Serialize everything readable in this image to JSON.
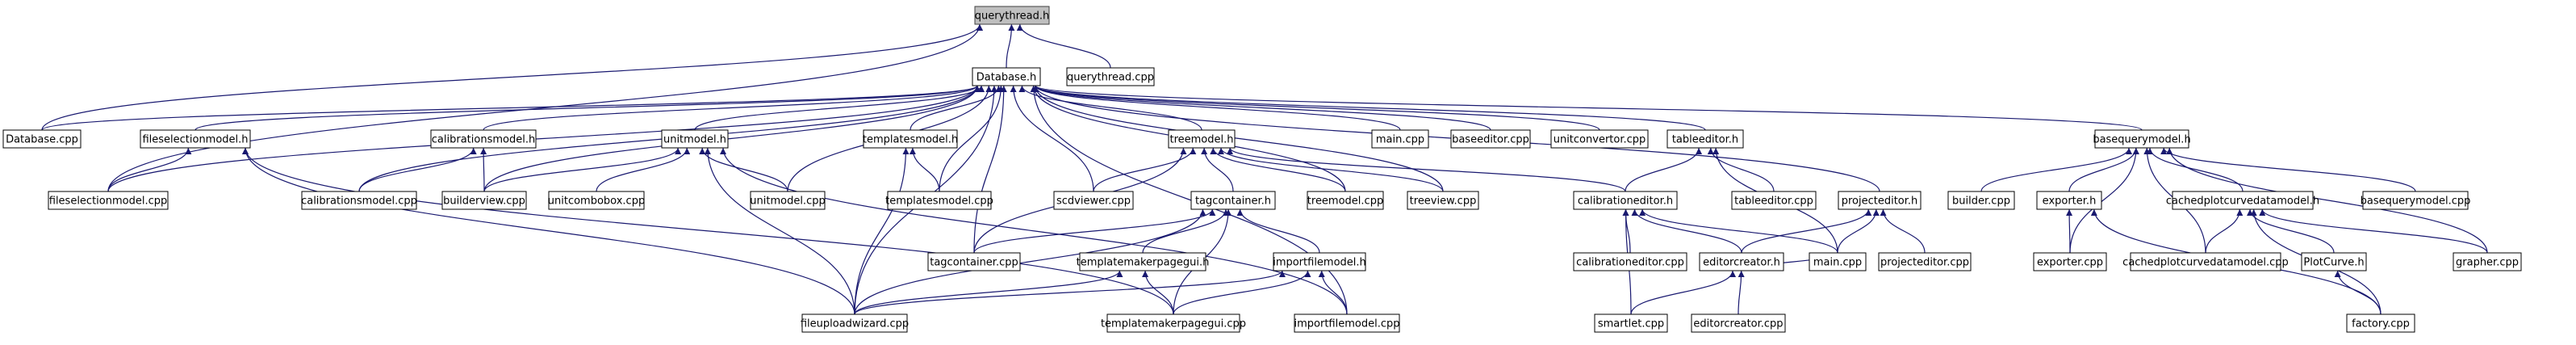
{
  "diagram": {
    "nodes": [
      {
        "id": "querythread_h",
        "label": "querythread.h",
        "root": true
      },
      {
        "id": "database_h",
        "label": "Database.h"
      },
      {
        "id": "querythread_cpp",
        "label": "querythread.cpp"
      },
      {
        "id": "database_cpp",
        "label": "Database.cpp"
      },
      {
        "id": "fileselectionmodel_h",
        "label": "fileselectionmodel.h"
      },
      {
        "id": "calibrationsmodel_h",
        "label": "calibrationsmodel.h"
      },
      {
        "id": "unitmodel_h",
        "label": "unitmodel.h"
      },
      {
        "id": "templatesmodel_h",
        "label": "templatesmodel.h"
      },
      {
        "id": "treemodel_h",
        "label": "treemodel.h"
      },
      {
        "id": "main_cpp",
        "label": "main.cpp"
      },
      {
        "id": "baseeditor_cpp",
        "label": "baseeditor.cpp"
      },
      {
        "id": "unitconvertor_cpp",
        "label": "unitconvertor.cpp"
      },
      {
        "id": "tableeditor_h",
        "label": "tableeditor.h"
      },
      {
        "id": "basequerymodel_h",
        "label": "basequerymodel.h"
      },
      {
        "id": "fileselectionmodel_cpp",
        "label": "fileselectionmodel.cpp"
      },
      {
        "id": "calibrationsmodel_cpp",
        "label": "calibrationsmodel.cpp"
      },
      {
        "id": "builderview_cpp",
        "label": "builderview.cpp"
      },
      {
        "id": "unitcombobox_cpp",
        "label": "unitcombobox.cpp"
      },
      {
        "id": "unitmodel_cpp",
        "label": "unitmodel.cpp"
      },
      {
        "id": "templatesmodel_cpp",
        "label": "templatesmodel.cpp"
      },
      {
        "id": "scdviewer_cpp",
        "label": "scdviewer.cpp"
      },
      {
        "id": "tagcontainer_h",
        "label": "tagcontainer.h"
      },
      {
        "id": "treemodel_cpp",
        "label": "treemodel.cpp"
      },
      {
        "id": "treeview_cpp",
        "label": "treeview.cpp"
      },
      {
        "id": "calibrationeditor_h",
        "label": "calibrationeditor.h"
      },
      {
        "id": "tableeditor_cpp",
        "label": "tableeditor.cpp"
      },
      {
        "id": "projecteditor_h",
        "label": "projecteditor.h"
      },
      {
        "id": "builder_cpp",
        "label": "builder.cpp"
      },
      {
        "id": "exporter_h",
        "label": "exporter.h"
      },
      {
        "id": "cachedplotcurvedatamodel_h",
        "label": "cachedplotcurvedatamodel.h"
      },
      {
        "id": "basequerymodel_cpp",
        "label": "basequerymodel.cpp"
      },
      {
        "id": "tagcontainer_cpp",
        "label": "tagcontainer.cpp"
      },
      {
        "id": "templatemakerpagegui_h",
        "label": "templatemakerpagegui.h"
      },
      {
        "id": "importfilemodel_h",
        "label": "importfilemodel.h"
      },
      {
        "id": "calibrationeditor_cpp",
        "label": "calibrationeditor.cpp"
      },
      {
        "id": "editorcreator_h",
        "label": "editorcreator.h"
      },
      {
        "id": "main2_cpp",
        "label": "main.cpp"
      },
      {
        "id": "projecteditor_cpp",
        "label": "projecteditor.cpp"
      },
      {
        "id": "exporter_cpp",
        "label": "exporter.cpp"
      },
      {
        "id": "cachedplotcurvedatamodel_cpp",
        "label": "cachedplotcurvedatamodel.cpp"
      },
      {
        "id": "plotcurve_h",
        "label": "PlotCurve.h"
      },
      {
        "id": "grapher_cpp",
        "label": "grapher.cpp"
      },
      {
        "id": "fileuploadwizard_cpp",
        "label": "fileuploadwizard.cpp"
      },
      {
        "id": "templatemakerpagegui_cpp",
        "label": "templatemakerpagegui.cpp"
      },
      {
        "id": "importfilemodel_cpp",
        "label": "importfilemodel.cpp"
      },
      {
        "id": "smartlet_cpp",
        "label": "smartlet.cpp"
      },
      {
        "id": "editorcreator_cpp",
        "label": "editorcreator.cpp"
      },
      {
        "id": "factory_cpp",
        "label": "factory.cpp"
      }
    ],
    "edges": [
      [
        "database_h",
        "querythread_h"
      ],
      [
        "querythread_cpp",
        "querythread_h"
      ],
      [
        "database_cpp",
        "querythread_h"
      ],
      [
        "fileselectionmodel_cpp",
        "querythread_h"
      ],
      [
        "database_cpp",
        "database_h"
      ],
      [
        "fileselectionmodel_h",
        "database_h"
      ],
      [
        "calibrationsmodel_h",
        "database_h"
      ],
      [
        "unitmodel_h",
        "database_h"
      ],
      [
        "templatesmodel_h",
        "database_h"
      ],
      [
        "treemodel_h",
        "database_h"
      ],
      [
        "main_cpp",
        "database_h"
      ],
      [
        "baseeditor_cpp",
        "database_h"
      ],
      [
        "unitconvertor_cpp",
        "database_h"
      ],
      [
        "tableeditor_h",
        "database_h"
      ],
      [
        "basequerymodel_h",
        "database_h"
      ],
      [
        "fileselectionmodel_cpp",
        "database_h"
      ],
      [
        "calibrationsmodel_cpp",
        "database_h"
      ],
      [
        "builderview_cpp",
        "database_h"
      ],
      [
        "unitmodel_cpp",
        "database_h"
      ],
      [
        "templatesmodel_cpp",
        "database_h"
      ],
      [
        "scdviewer_cpp",
        "database_h"
      ],
      [
        "treemodel_cpp",
        "database_h"
      ],
      [
        "treeview_cpp",
        "database_h"
      ],
      [
        "tagcontainer_cpp",
        "database_h"
      ],
      [
        "projecteditor_h",
        "database_h"
      ],
      [
        "fileuploadwizard_cpp",
        "database_h"
      ],
      [
        "importfilemodel_cpp",
        "database_h"
      ],
      [
        "fileselectionmodel_cpp",
        "fileselectionmodel_h"
      ],
      [
        "fileuploadwizard_cpp",
        "fileselectionmodel_h"
      ],
      [
        "templatemakerpagegui_cpp",
        "fileselectionmodel_h"
      ],
      [
        "calibrationsmodel_cpp",
        "calibrationsmodel_h"
      ],
      [
        "builderview_cpp",
        "calibrationsmodel_h"
      ],
      [
        "builderview_cpp",
        "unitmodel_h"
      ],
      [
        "unitcombobox_cpp",
        "unitmodel_h"
      ],
      [
        "unitmodel_cpp",
        "unitmodel_h"
      ],
      [
        "fileuploadwizard_cpp",
        "unitmodel_h"
      ],
      [
        "importfilemodel_cpp",
        "unitmodel_h"
      ],
      [
        "templatesmodel_cpp",
        "templatesmodel_h"
      ],
      [
        "fileuploadwizard_cpp",
        "templatesmodel_h"
      ],
      [
        "scdviewer_cpp",
        "treemodel_h"
      ],
      [
        "tagcontainer_h",
        "treemodel_h"
      ],
      [
        "treemodel_cpp",
        "treemodel_h"
      ],
      [
        "treeview_cpp",
        "treemodel_h"
      ],
      [
        "calibrationeditor_h",
        "treemodel_h"
      ],
      [
        "tagcontainer_cpp",
        "treemodel_h"
      ],
      [
        "tableeditor_cpp",
        "tableeditor_h"
      ],
      [
        "calibrationeditor_h",
        "tableeditor_h"
      ],
      [
        "main2_cpp",
        "tableeditor_h"
      ],
      [
        "builder_cpp",
        "basequerymodel_h"
      ],
      [
        "exporter_h",
        "basequerymodel_h"
      ],
      [
        "cachedplotcurvedatamodel_h",
        "basequerymodel_h"
      ],
      [
        "basequerymodel_cpp",
        "basequerymodel_h"
      ],
      [
        "exporter_cpp",
        "basequerymodel_h"
      ],
      [
        "cachedplotcurvedatamodel_cpp",
        "basequerymodel_h"
      ],
      [
        "grapher_cpp",
        "basequerymodel_h"
      ],
      [
        "tagcontainer_cpp",
        "tagcontainer_h"
      ],
      [
        "templatemakerpagegui_h",
        "tagcontainer_h"
      ],
      [
        "importfilemodel_h",
        "tagcontainer_h"
      ],
      [
        "fileuploadwizard_cpp",
        "tagcontainer_h"
      ],
      [
        "templatemakerpagegui_cpp",
        "tagcontainer_h"
      ],
      [
        "calibrationeditor_cpp",
        "calibrationeditor_h"
      ],
      [
        "editorcreator_h",
        "calibrationeditor_h"
      ],
      [
        "main2_cpp",
        "calibrationeditor_h"
      ],
      [
        "smartlet_cpp",
        "calibrationeditor_h"
      ],
      [
        "editorcreator_h",
        "projecteditor_h"
      ],
      [
        "main2_cpp",
        "projecteditor_h"
      ],
      [
        "projecteditor_cpp",
        "projecteditor_h"
      ],
      [
        "exporter_cpp",
        "exporter_h"
      ],
      [
        "factory_cpp",
        "exporter_h"
      ],
      [
        "cachedplotcurvedatamodel_cpp",
        "cachedplotcurvedatamodel_h"
      ],
      [
        "plotcurve_h",
        "cachedplotcurvedatamodel_h"
      ],
      [
        "grapher_cpp",
        "cachedplotcurvedatamodel_h"
      ],
      [
        "factory_cpp",
        "cachedplotcurvedatamodel_h"
      ],
      [
        "fileuploadwizard_cpp",
        "templatemakerpagegui_h"
      ],
      [
        "templatemakerpagegui_cpp",
        "templatemakerpagegui_h"
      ],
      [
        "fileuploadwizard_cpp",
        "importfilemodel_h"
      ],
      [
        "templatemakerpagegui_cpp",
        "importfilemodel_h"
      ],
      [
        "importfilemodel_cpp",
        "importfilemodel_h"
      ],
      [
        "main2_cpp",
        "editorcreator_h"
      ],
      [
        "smartlet_cpp",
        "editorcreator_h"
      ],
      [
        "editorcreator_cpp",
        "editorcreator_h"
      ],
      [
        "factory_cpp",
        "plotcurve_h"
      ]
    ]
  }
}
